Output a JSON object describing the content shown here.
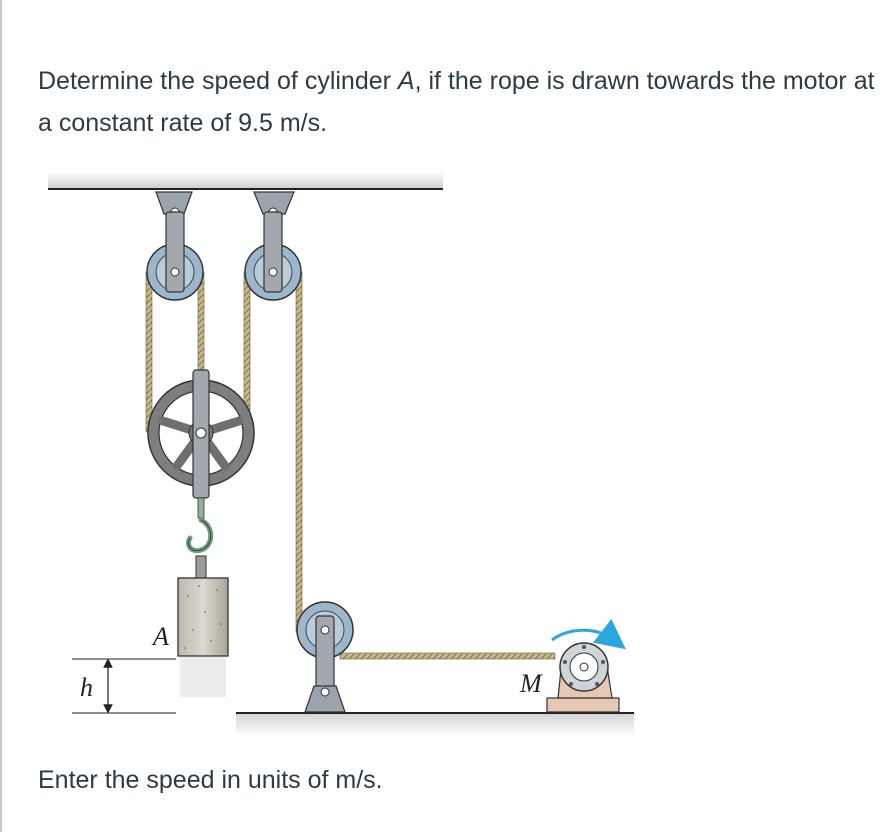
{
  "question": {
    "part1": "Determine the speed of cylinder ",
    "cylinder": "A",
    "part2": ", if the rope is drawn towards the motor at a constant rate of 9.5 m/s."
  },
  "prompt": "Enter the speed in units of m/s.",
  "figure": {
    "label_cylinder": "A",
    "label_height": "h",
    "label_motor": "M"
  }
}
